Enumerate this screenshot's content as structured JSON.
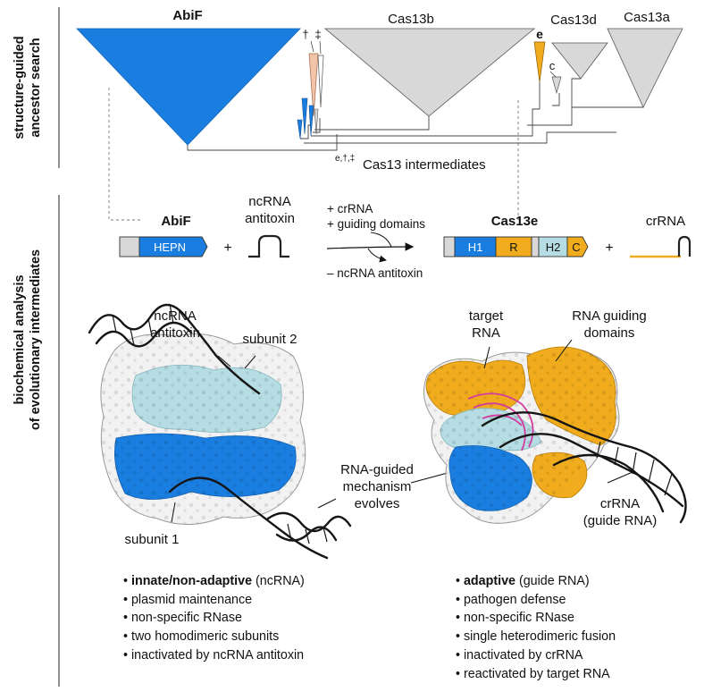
{
  "side_labels": {
    "top_line1": "structure-guided",
    "top_line2": "ancestor search",
    "bottom_line1": "biochemical analysis",
    "bottom_line2": "of evolutionary intermediates"
  },
  "tree": {
    "abif_label": "AbiF",
    "cas13b_label": "Cas13b",
    "cas13d_label": "Cas13d",
    "cas13a_label": "Cas13a",
    "e_label": "e",
    "c_label": "c",
    "dagger_label": "†",
    "ddagger_label": "‡",
    "intermediates_sup": "e,†,‡",
    "intermediates_label": "Cas13 intermediates"
  },
  "schematic": {
    "abif_title": "AbiF",
    "hepn_label": "HEPN",
    "plus1": "+",
    "ncrna_line1": "ncRNA",
    "ncrna_line2": "antitoxin",
    "gain_line1": "+ crRNA",
    "gain_line2": "+ guiding domains",
    "loss_line": "– ncRNA antitoxin",
    "cas13e_title": "Cas13e",
    "domain_h1": "H1",
    "domain_r": "R",
    "domain_h2": "H2",
    "domain_c": "C",
    "plus2": "+",
    "crrna_title": "crRNA"
  },
  "structures": {
    "left_ncrna_line1": "ncRNA",
    "left_ncrna_line2": "antitoxin",
    "left_subunit2": "subunit 2",
    "left_subunit1": "subunit 1",
    "mid_line1": "RNA-guided",
    "mid_line2": "mechanism",
    "mid_line3": "evolves",
    "right_target_line1": "target",
    "right_target_line2": "RNA",
    "right_guiding_line1": "RNA guiding",
    "right_guiding_line2": "domains",
    "right_crrna_line1": "crRNA",
    "right_crrna_line2": "(guide RNA)"
  },
  "left_list": {
    "item1_bold": "innate/non-adaptive",
    "item1_rest": " (ncRNA)",
    "item2": "plasmid maintenance",
    "item3": "non-specific RNase",
    "item4": "two homodimeric subunits",
    "item5": "inactivated by ncRNA antitoxin"
  },
  "right_list": {
    "item1_bold": "adaptive",
    "item1_rest": " (guide RNA)",
    "item2": "pathogen defense",
    "item3": "non-specific RNase",
    "item4": "single heterodimeric fusion",
    "item5": "inactivated by crRNA",
    "item6": "reactivated by target RNA"
  },
  "colors": {
    "abif_blue": "#1a7ee0",
    "light_blue": "#b5dde3",
    "orange": "#f0ac1c",
    "gray_clade": "#d8d8d8",
    "peach": "#f2c4a8",
    "ribbon_black": "#151515",
    "white_surface": "#f2f2f2"
  }
}
